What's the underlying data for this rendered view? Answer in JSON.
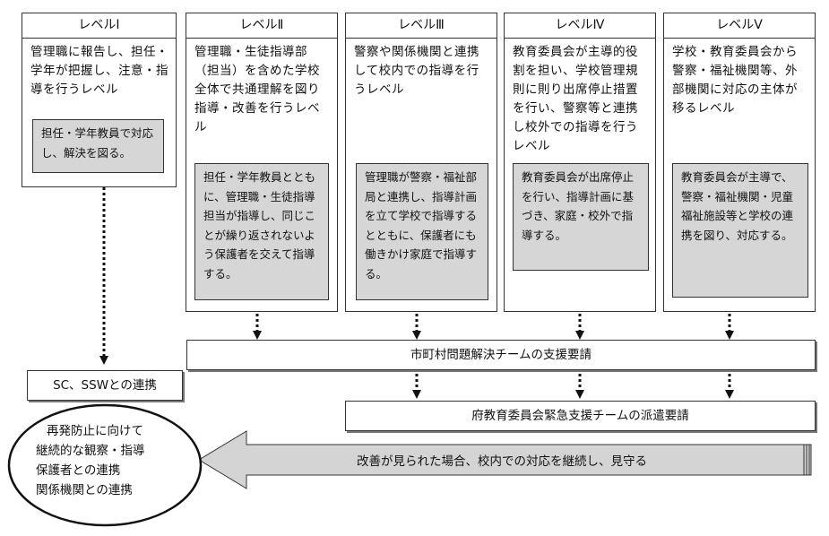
{
  "levels": [
    {
      "title": "レベルⅠ",
      "description": "管理職に報告し、担任・学年が把握し、注意・指導を行うレベル",
      "detail": "担任・学年教員で対応し、解決を図る。"
    },
    {
      "title": "レベルⅡ",
      "description": "管理職・生徒指導部（担当）を含めた学校全体で共通理解を図り指導・改善を行うレベル",
      "detail": "担任・学年教員とともに、管理職・生徒指導担当が指導し、同じことが繰り返されないよう保護者を交えて指導する。"
    },
    {
      "title": "レベルⅢ",
      "description": "警察や関係機関と連携して校内での指導を行うレベル",
      "detail": "管理職が警察・福祉部局と連携し、指導計画を立て学校で指導するとともに、保護者にも働きかけ家庭で指導する。"
    },
    {
      "title": "レベルⅣ",
      "description": "教育委員会が主導的役割を担い、学校管理規則に則り出席停止措置を行い、警察等と連携し校外での指導を行うレベル",
      "detail": "教育委員会が出席停止を行い、指導計画に基づき、家庭・校外で指導する。"
    },
    {
      "title": "レベルⅤ",
      "description": "学校・教育委員会から警察・福祉機関等、外部機関に対応の主体が移るレベル",
      "detail": "教育委員会が主導で、警察・福祉機関・児童福祉施設等と学校の連携を図り、対応する。"
    }
  ],
  "municipal_support": "市町村問題解決チームの支援要請",
  "sc_ssw": "SC、SSWとの連携",
  "prefectural_support": "府教育委員会緊急支援チームの派遣要請",
  "prevention": {
    "line1": "再発防止に向けて",
    "line2": "継続的な観察・指導",
    "line3": "保護者との連携",
    "line4": "関係機関との連携"
  },
  "improvement_arrow": "改善が見られた場合、校内での対応を継続し、見守る"
}
